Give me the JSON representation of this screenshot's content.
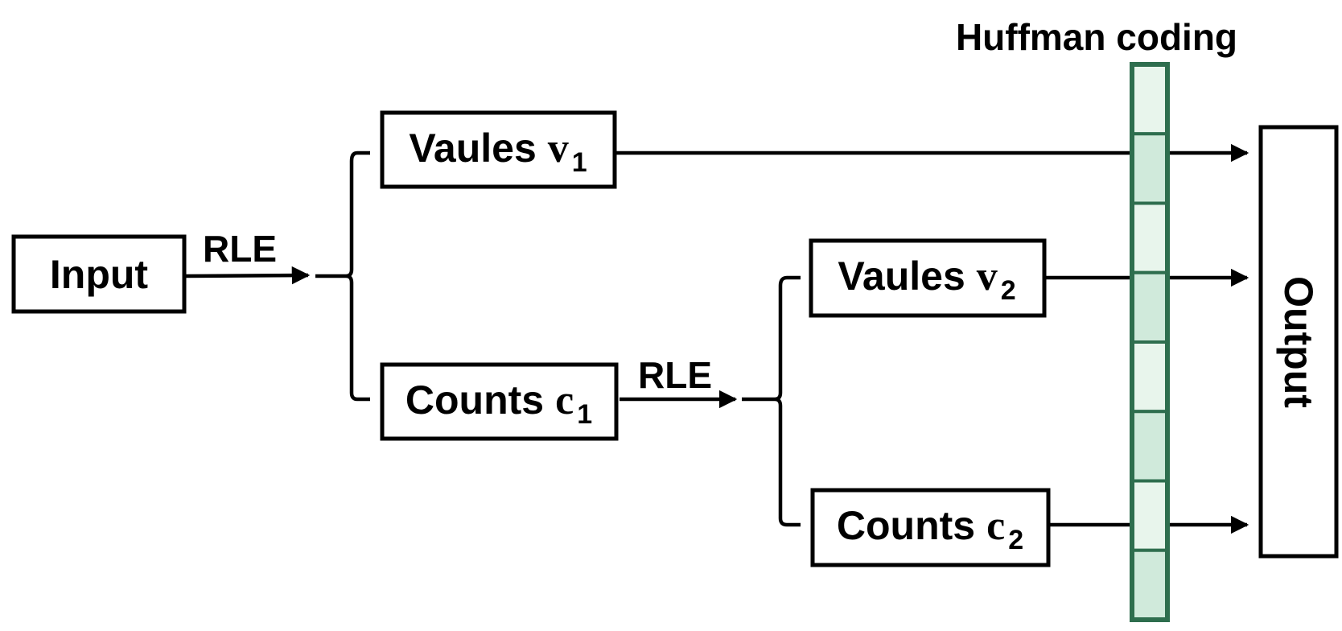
{
  "diagram": {
    "input_label": "Input",
    "rle_label_1": "RLE",
    "rle_label_2": "RLE",
    "values1": {
      "word": "Vaules",
      "var": "v",
      "sub": "1"
    },
    "counts1": {
      "word": "Counts",
      "var": "c",
      "sub": "1"
    },
    "values2": {
      "word": "Vaules",
      "var": "v",
      "sub": "2"
    },
    "counts2": {
      "word": "Counts",
      "var": "c",
      "sub": "2"
    },
    "huffman_label": "Huffman coding",
    "output_label": "Output",
    "huffman_cells": [
      {
        "fill": "#e8f5ec"
      },
      {
        "fill": "#d0eadb"
      },
      {
        "fill": "#e8f5ec"
      },
      {
        "fill": "#d0eadb"
      },
      {
        "fill": "#e8f5ec"
      },
      {
        "fill": "#d0eadb"
      },
      {
        "fill": "#e8f5ec"
      },
      {
        "fill": "#d0eadb"
      }
    ],
    "colors": {
      "huffman_border": "#2e6e4e",
      "line": "#000000"
    }
  }
}
